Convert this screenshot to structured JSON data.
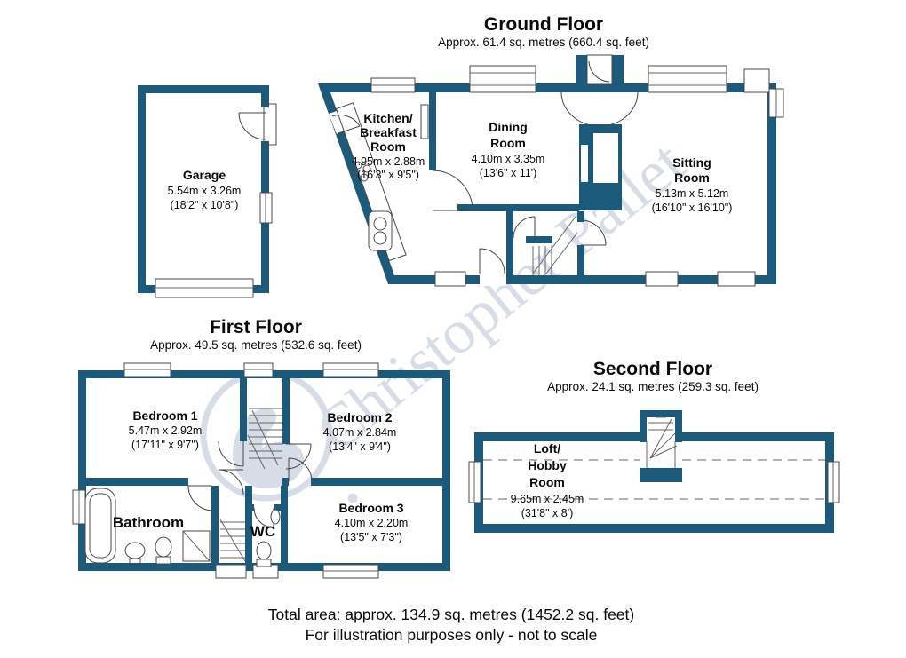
{
  "watermark": {
    "text": "Christopher Pallet",
    "color": "#ccd5e0"
  },
  "colors": {
    "wall": "#1b5a7a",
    "text": "#0a0a0a"
  },
  "ground": {
    "title": "Ground Floor",
    "subtitle": "Approx. 61.4 sq. metres (660.4 sq. feet)",
    "garage": {
      "name": "Garage",
      "metric": "5.54m x 3.26m",
      "imperial": "(18'2\" x 10'8\")"
    },
    "kitchen": {
      "line1": "Kitchen/",
      "line2": "Breakfast",
      "line3": "Room",
      "metric": "4.95m x 2.88m",
      "imperial": "(16'3\" x 9'5\")"
    },
    "dining": {
      "line1": "Dining",
      "line2": "Room",
      "metric": "4.10m x 3.35m",
      "imperial": "(13'6\" x 11')"
    },
    "sitting": {
      "line1": "Sitting",
      "line2": "Room",
      "metric": "5.13m x 5.12m",
      "imperial": "(16'10\" x 16'10\")"
    }
  },
  "first": {
    "title": "First Floor",
    "subtitle": "Approx. 49.5 sq. metres (532.6 sq. feet)",
    "bedroom1": {
      "name": "Bedroom 1",
      "metric": "5.47m x 2.92m",
      "imperial": "(17'11\" x 9'7\")"
    },
    "bedroom2": {
      "name": "Bedroom 2",
      "metric": "4.07m x 2.84m",
      "imperial": "(13'4\" x 9'4\")"
    },
    "bedroom3": {
      "name": "Bedroom 3",
      "metric": "4.10m x 2.20m",
      "imperial": "(13'5\" x 7'3\")"
    },
    "bathroom": {
      "name": "Bathroom"
    },
    "wc": {
      "name": "WC"
    }
  },
  "second": {
    "title": "Second Floor",
    "subtitle": "Approx. 24.1 sq. metres (259.3 sq. feet)",
    "loft": {
      "line1": "Loft/",
      "line2": "Hobby",
      "line3": "Room",
      "metric": "9.65m x 2.45m",
      "imperial": "(31'8\" x 8')"
    }
  },
  "footer": {
    "total": "Total area: approx. 134.9 sq. metres (1452.2 sq. feet)",
    "disclaimer": "For illustration purposes only - not to scale"
  }
}
